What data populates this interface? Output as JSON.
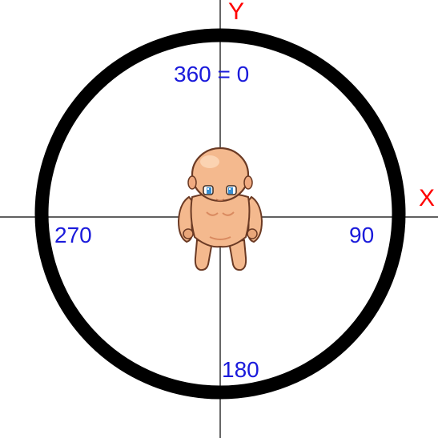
{
  "axes": {
    "x_label": "X",
    "y_label": "Y"
  },
  "angles": {
    "top": "360 = 0",
    "right": "90",
    "bottom": "180",
    "left": "270"
  },
  "character": {
    "description_icon": "bald-character-sprite-icon"
  },
  "colors": {
    "axis_label": "#ff0000",
    "angle_label": "#1a1adb",
    "ring": "#000000",
    "axis_line": "#000000",
    "background": "#ffffff",
    "skin": "#f4b98e",
    "skin_shadow": "#d98a60",
    "outline": "#6b3a24",
    "eye": "#3a8fd0"
  }
}
